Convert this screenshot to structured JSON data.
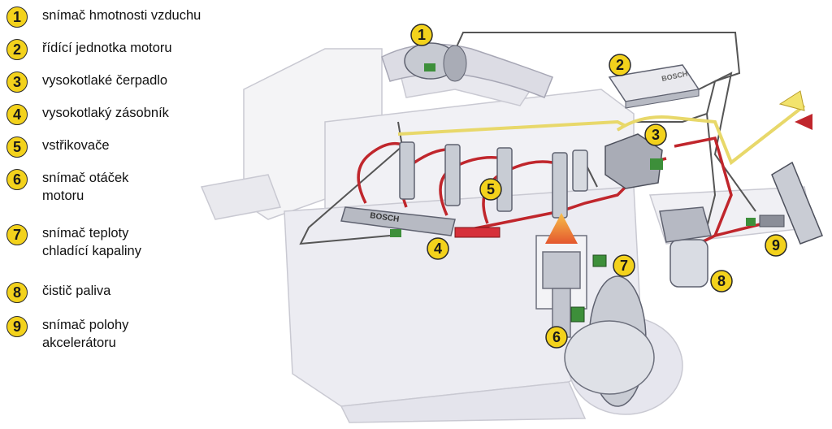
{
  "legend": {
    "items": [
      {
        "number": "1",
        "label": "snímač hmotnosti vzduchu"
      },
      {
        "number": "2",
        "label": "řídící jednotka motoru"
      },
      {
        "number": "3",
        "label": "vysokotlaké čerpadlo"
      },
      {
        "number": "4",
        "label": "vysokotlaký zásobník"
      },
      {
        "number": "5",
        "label": "vstřikovače"
      },
      {
        "number": "6",
        "label": "snímač otáček\nmotoru"
      },
      {
        "number": "7",
        "label": "snímač teploty\nchladící kapaliny"
      },
      {
        "number": "8",
        "label": "čistič paliva"
      },
      {
        "number": "9",
        "label": "snímač polohy\nakcelerátoru"
      }
    ]
  },
  "diagram": {
    "rail_label": "BOSCH",
    "ecu_label": "BOSCH",
    "callouts": {
      "c1": "1",
      "c2": "2",
      "c3": "3",
      "c4": "4",
      "c5": "5",
      "c6": "6",
      "c7": "7",
      "c8": "8",
      "c9": "9"
    }
  },
  "colors": {
    "badge": "#f3d21c",
    "fuel_high_pressure": "#c0262c",
    "fuel_return": "#e8d86a",
    "wiring": "#555555",
    "sensor": "#3d8f3a"
  }
}
